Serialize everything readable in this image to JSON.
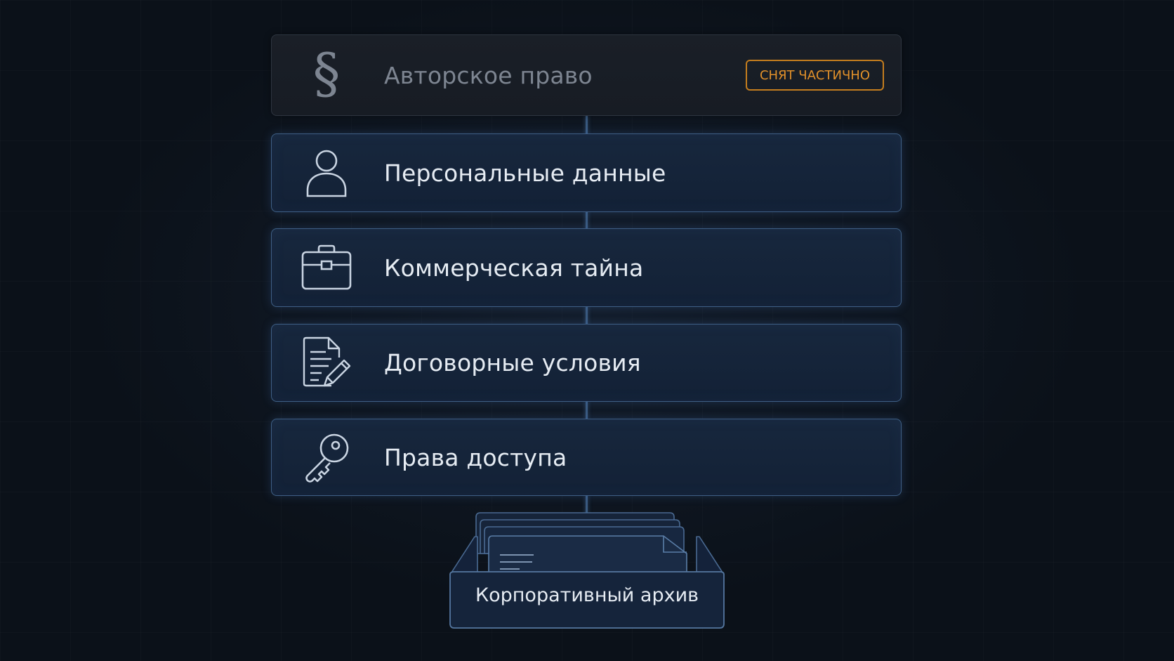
{
  "layers": [
    {
      "label": "Авторское право",
      "icon": "section-sign-icon",
      "status": "removed",
      "badge": "СНЯТ ЧАСТИЧНО"
    },
    {
      "label": "Персональные данные",
      "icon": "person-icon"
    },
    {
      "label": "Коммерческая тайна",
      "icon": "briefcase-icon"
    },
    {
      "label": "Договорные условия",
      "icon": "document-pen-icon"
    },
    {
      "label": "Права доступа",
      "icon": "key-icon"
    }
  ],
  "archive": {
    "label": "Корпоративный архив",
    "icon": "archive-box-icon"
  },
  "colors": {
    "background": "#0b1119",
    "layer_border": "#3f5f85",
    "layer_fill": "#17273d",
    "removed_fill": "#1a1f27",
    "badge": "#e0902a",
    "text": "#e6ecf3",
    "muted_text": "#7d8591"
  }
}
